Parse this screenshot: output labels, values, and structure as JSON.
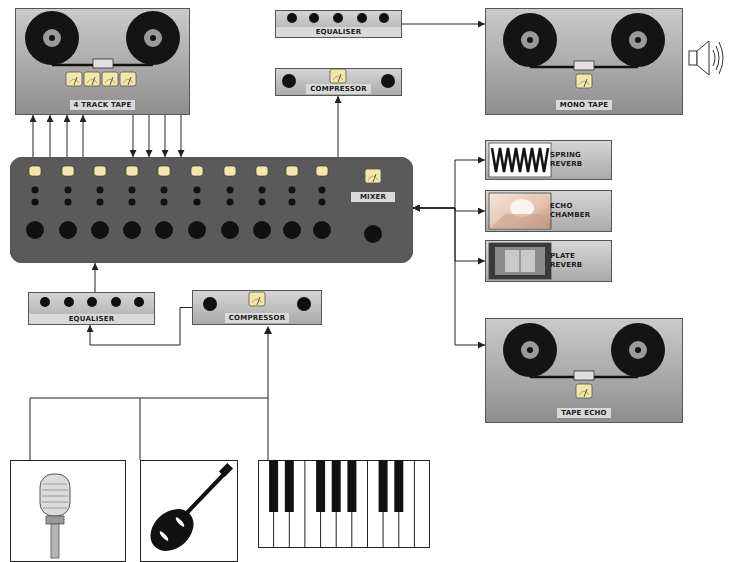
{
  "diagram": {
    "nodes": [
      {
        "text": [
          "4 TRACK TAPE"
        ]
      },
      {
        "text": [
          "EQUALISER"
        ]
      },
      {
        "text": [
          "COMPRESSOR"
        ]
      },
      {
        "text": [
          "MONO TAPE"
        ]
      },
      {
        "text": [
          "MIXER"
        ]
      },
      {
        "text": [
          "SPRING REVERB"
        ]
      },
      {
        "text": [
          "ECHO CHAMBER"
        ]
      },
      {
        "text": [
          "PLATE REVERB"
        ]
      },
      {
        "text": [
          "TAPE ECHO"
        ]
      },
      {
        "text": [
          "EQUALISER"
        ]
      },
      {
        "text": [
          "COMPRESSOR"
        ]
      }
    ],
    "edges": [
      {
        "from": 4,
        "to": 0,
        "arrow": "to"
      },
      {
        "from": 4,
        "to": 0,
        "arrow": "to"
      },
      {
        "from": 4,
        "to": 0,
        "arrow": "to"
      },
      {
        "from": 4,
        "to": 0,
        "arrow": "to"
      },
      {
        "from": 0,
        "to": 4,
        "arrow": "to"
      },
      {
        "from": 0,
        "to": 4,
        "arrow": "to"
      },
      {
        "from": 0,
        "to": 4,
        "arrow": "to"
      },
      {
        "from": 0,
        "to": 4,
        "arrow": "to"
      },
      {
        "from": 4,
        "to": 2,
        "arrow": "to"
      },
      {
        "from": 1,
        "to": 3,
        "arrow": "to"
      },
      {
        "from": 4,
        "to": 5,
        "arrow": "both"
      },
      {
        "from": 4,
        "to": 6,
        "arrow": "both"
      },
      {
        "from": 4,
        "to": 7,
        "arrow": "both"
      },
      {
        "from": 4,
        "to": 8,
        "arrow": "both"
      },
      {
        "from": 9,
        "to": 4,
        "arrow": "to"
      },
      {
        "from": 10,
        "to": 9,
        "arrow": "to"
      }
    ]
  }
}
